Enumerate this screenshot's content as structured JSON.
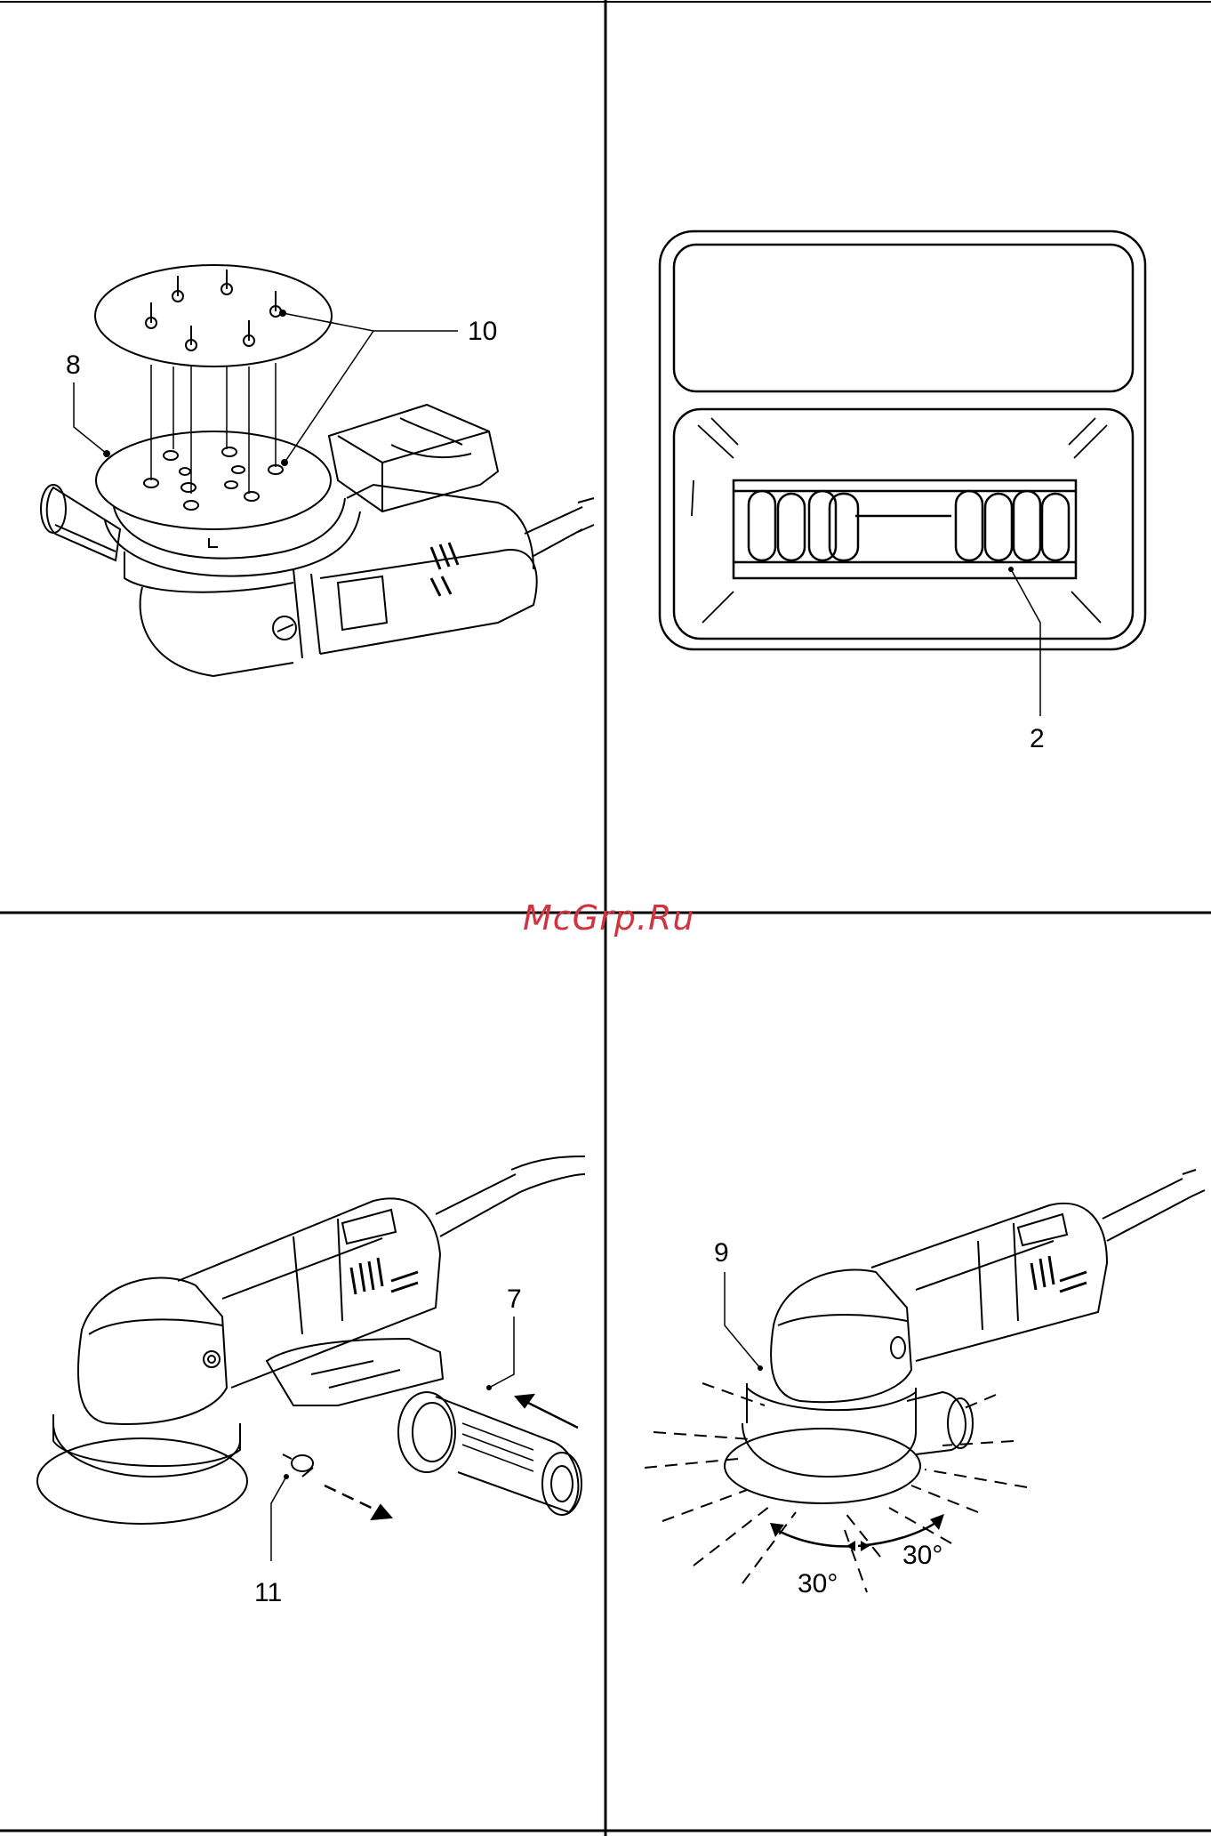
{
  "panels": {
    "top_left": {
      "callouts": {
        "a": "8",
        "b": "10"
      }
    },
    "top_right": {
      "callouts": {
        "a": "2"
      }
    },
    "bottom_left": {
      "callouts": {
        "a": "7",
        "b": "11"
      }
    },
    "bottom_right": {
      "callouts": {
        "a": "9"
      },
      "angles": {
        "left": "30°",
        "right": "30°"
      }
    }
  },
  "watermark": "McGrp.Ru",
  "colors": {
    "ink": "#000000",
    "watermark": "#d0353f"
  }
}
